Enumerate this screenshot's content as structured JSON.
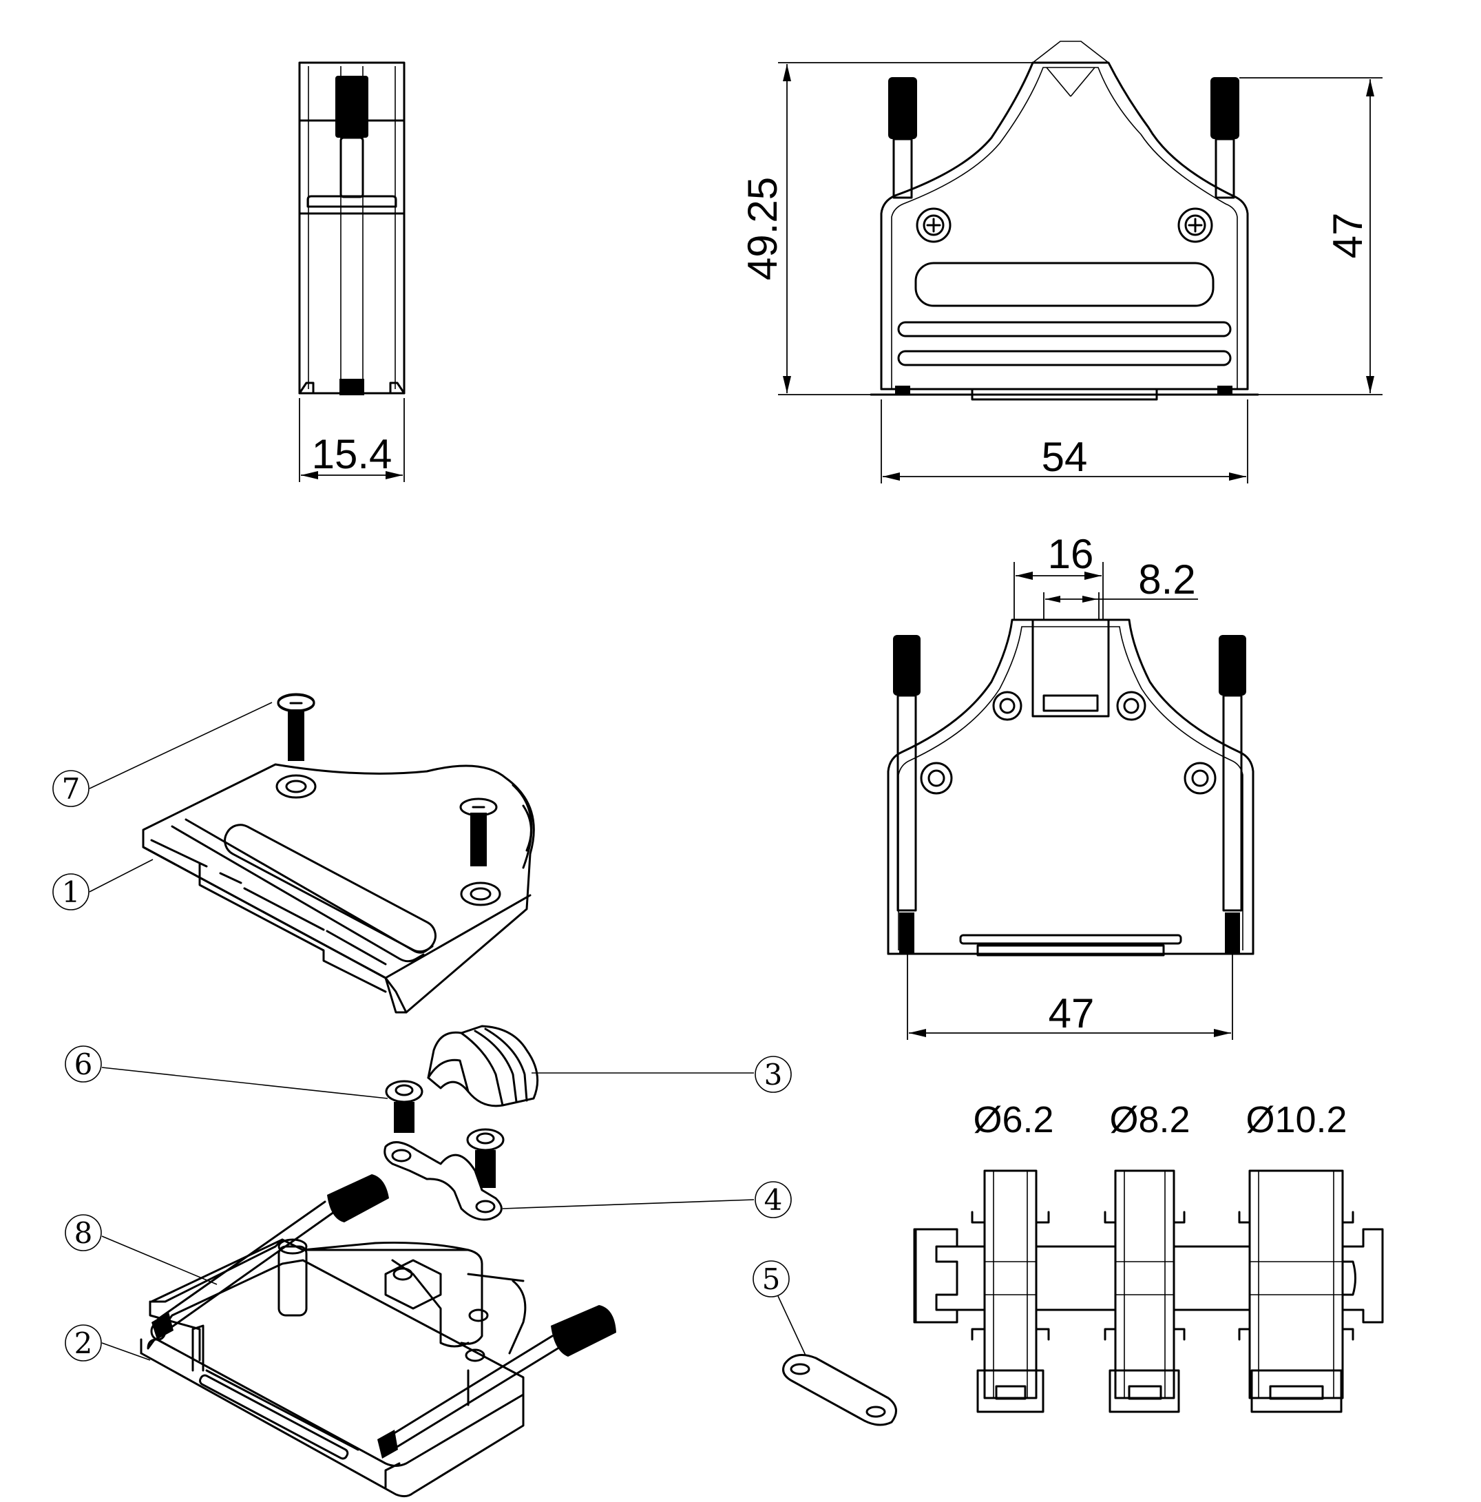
{
  "dimensions": {
    "side_width": "15.4",
    "front_height_total": "49.25",
    "front_height": "47",
    "front_width": "54",
    "open_top_width": "16",
    "open_slot_width": "8.2",
    "open_base_width": "47"
  },
  "cable_clamps": [
    {
      "label": "Ø6.2"
    },
    {
      "label": "Ø8.2"
    },
    {
      "label": "Ø10.2"
    }
  ],
  "callouts": [
    {
      "id": "1",
      "label": "1"
    },
    {
      "id": "2",
      "label": "2"
    },
    {
      "id": "3",
      "label": "3"
    },
    {
      "id": "4",
      "label": "4"
    },
    {
      "id": "5",
      "label": "5"
    },
    {
      "id": "6",
      "label": "6"
    },
    {
      "id": "7",
      "label": "7"
    },
    {
      "id": "8",
      "label": "8"
    }
  ],
  "colors": {
    "line": "#000000",
    "background": "#ffffff"
  }
}
